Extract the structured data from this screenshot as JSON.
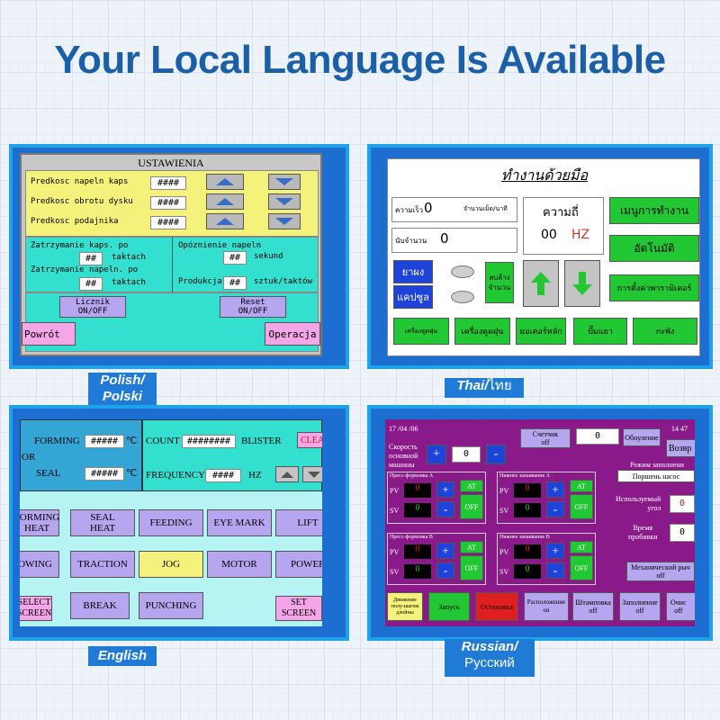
{
  "headline": "Your Local Language Is Available",
  "colors": {
    "headline": "#1b5fa6",
    "frame": "#1fa2e8",
    "tag": "#1f7bd6"
  },
  "polish": {
    "tag": "Polish/\nPolski",
    "title": "USTAWIENIA",
    "rows": [
      {
        "label": "Predkosc napeln kaps",
        "value": "####"
      },
      {
        "label": "Predkosc obrotu dysku",
        "value": "####"
      },
      {
        "label": "Predkosc podajnika",
        "value": "####"
      }
    ],
    "stop_caps_1": "Zatrzymanie kaps. po",
    "stop_caps_value": "##",
    "stop_caps_unit": "taktach",
    "stop_fill_1": "Zatrzymanie napeln. po",
    "stop_fill_value": "##",
    "stop_fill_unit": "taktach",
    "delay_label": "Opóznienie napeln",
    "delay_value": "##",
    "delay_unit": "sekund",
    "production_label": "Produkcja",
    "production_value": "##",
    "production_unit": "sztuk/taktów",
    "counter_button": "Licznik\nON/OFF",
    "reset_button": "Reset\nON/OFF",
    "back_button": "Powrót",
    "operation_button": "Operacja"
  },
  "thai": {
    "tag": "Thai/",
    "tag_native": "ไทย",
    "title": "ทำงานด้วยมือ",
    "speed_label": "ความเร็ว",
    "speed_value": "0",
    "speed_unit": "จำนวนเม็ด/นาที",
    "freq_label": "ความถี่",
    "freq_value": "00",
    "freq_unit": "HZ",
    "count_label": "นับจำนวน",
    "count_value": "0",
    "menu_button": "เมนูการทำงาน",
    "auto_button": "อัตโนมัติ",
    "params_button": "การตั้งค่าพารามิเตอร์",
    "drug_button": "ยาผง",
    "capsule_button": "แคปซูล",
    "clear_count_button": "ลบล้าง\nจำนวน",
    "bottom_buttons": [
      "เครื่องดูดฝุ่น",
      "เครื่องดูดฝุ่น",
      "มอเตอร์หลัก",
      "ปั๊มแยา",
      "กะพัง"
    ]
  },
  "english": {
    "tag": "English",
    "forming_label": "FORMING",
    "forming_value": "#####",
    "forming_unit": "℃",
    "or_label": "OR",
    "seal_label": "SEAL",
    "seal_value": "#####",
    "seal_unit": "℃",
    "count_label": "COUNT",
    "count_value": "########",
    "count_unit": "BLISTER",
    "clear_button": "CLEAR",
    "frequency_label": "FREQUENCY",
    "frequency_value": "####",
    "frequency_unit": "HZ",
    "row1": [
      "FORMING\nHEAT",
      "SEAL\nHEAT",
      "FEEDING",
      "EYE MARK",
      "LIFT"
    ],
    "row2": [
      "BLOWING",
      "TRACTION",
      "JOG",
      "MOTOR",
      "POWER"
    ],
    "row3_left": "SELECT\nSCREEN",
    "row3": [
      "BREAK",
      "PUNCHING"
    ],
    "set_screen": "SET\nSCREEN"
  },
  "russian": {
    "tag": "Russian/",
    "tag_native": "Русский",
    "date": "17 /04 /06",
    "time": "14 47",
    "counter_button": "Счетчик\noff",
    "counter_value": "0",
    "reset_button": "Обнуление",
    "return_button": "Возвр",
    "speed_label": "Скорость\nосновной\nмашины",
    "speed_plus": "+",
    "speed_value": "0",
    "speed_minus": "-",
    "fill_mode_label": "Режим заполнени",
    "fill_mode_value": "Поршень насос",
    "used_angle_label": "Используемый\nугол",
    "used_angle_value": "0",
    "punch_time_label": "Время\nпробивки",
    "punch_time_value": "0",
    "mech_lever_button": "Механический рыч\noff",
    "modules": [
      {
        "title": "Пресс-формовка A",
        "pv_label": "PV",
        "pv": "0",
        "sv_label": "SV",
        "sv": "0",
        "at": "AT",
        "off": "OFF"
      },
      {
        "title": "Нижнее запаивание A",
        "pv_label": "PV",
        "pv": "0",
        "sv_label": "SV",
        "sv": "0",
        "at": "AT",
        "off": "OFF"
      },
      {
        "title": "Пресс-формовка B",
        "pv_label": "PV",
        "pv": "0",
        "sv_label": "SV",
        "sv": "0",
        "at": "AT",
        "off": "OFF"
      },
      {
        "title": "Нижнее запаивание B",
        "pv_label": "PV",
        "pv": "0",
        "sv_label": "SV",
        "sv": "0",
        "at": "AT",
        "off": "OFF"
      }
    ],
    "bottom_buttons": [
      "Движение\nполу-шагом\nдлойны",
      "Запуск",
      "Остановка",
      "Расположение\non",
      "Штамповка\noff",
      "Заполнение\noff",
      "Очис\noff"
    ]
  }
}
